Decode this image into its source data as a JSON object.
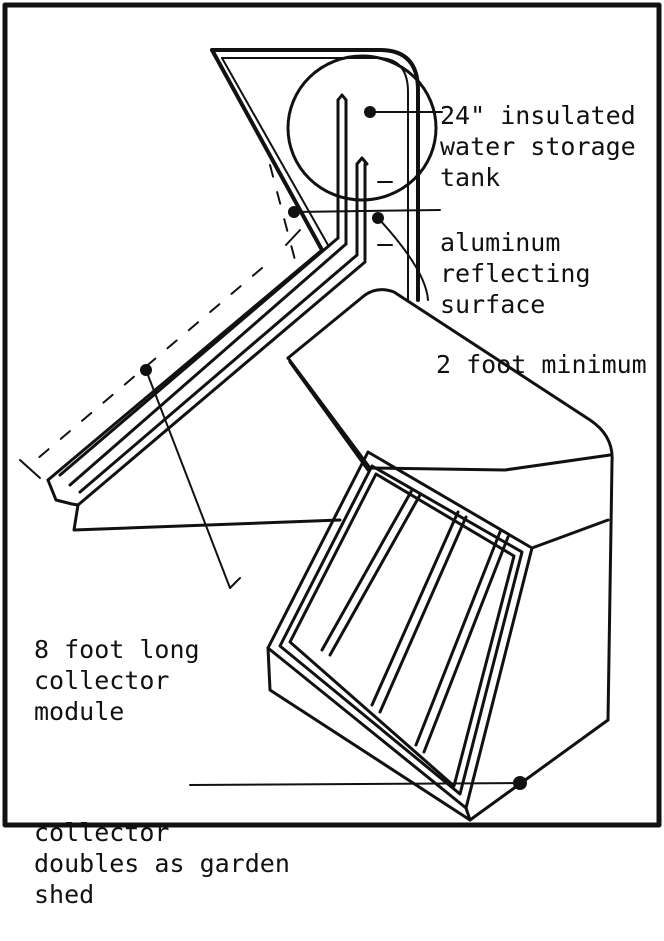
{
  "labels": {
    "tank": [
      "24\" insulated",
      "water storage",
      "tank"
    ],
    "reflector": [
      "aluminum",
      "reflecting",
      "surface"
    ],
    "minimum": [
      "2 foot minimum"
    ],
    "module": [
      "8 foot long",
      "collector",
      "module"
    ],
    "shed": [
      "collector",
      "doubles as garden",
      "shed"
    ]
  },
  "colors": {
    "ink": "#111111",
    "paper": "#ffffff"
  }
}
